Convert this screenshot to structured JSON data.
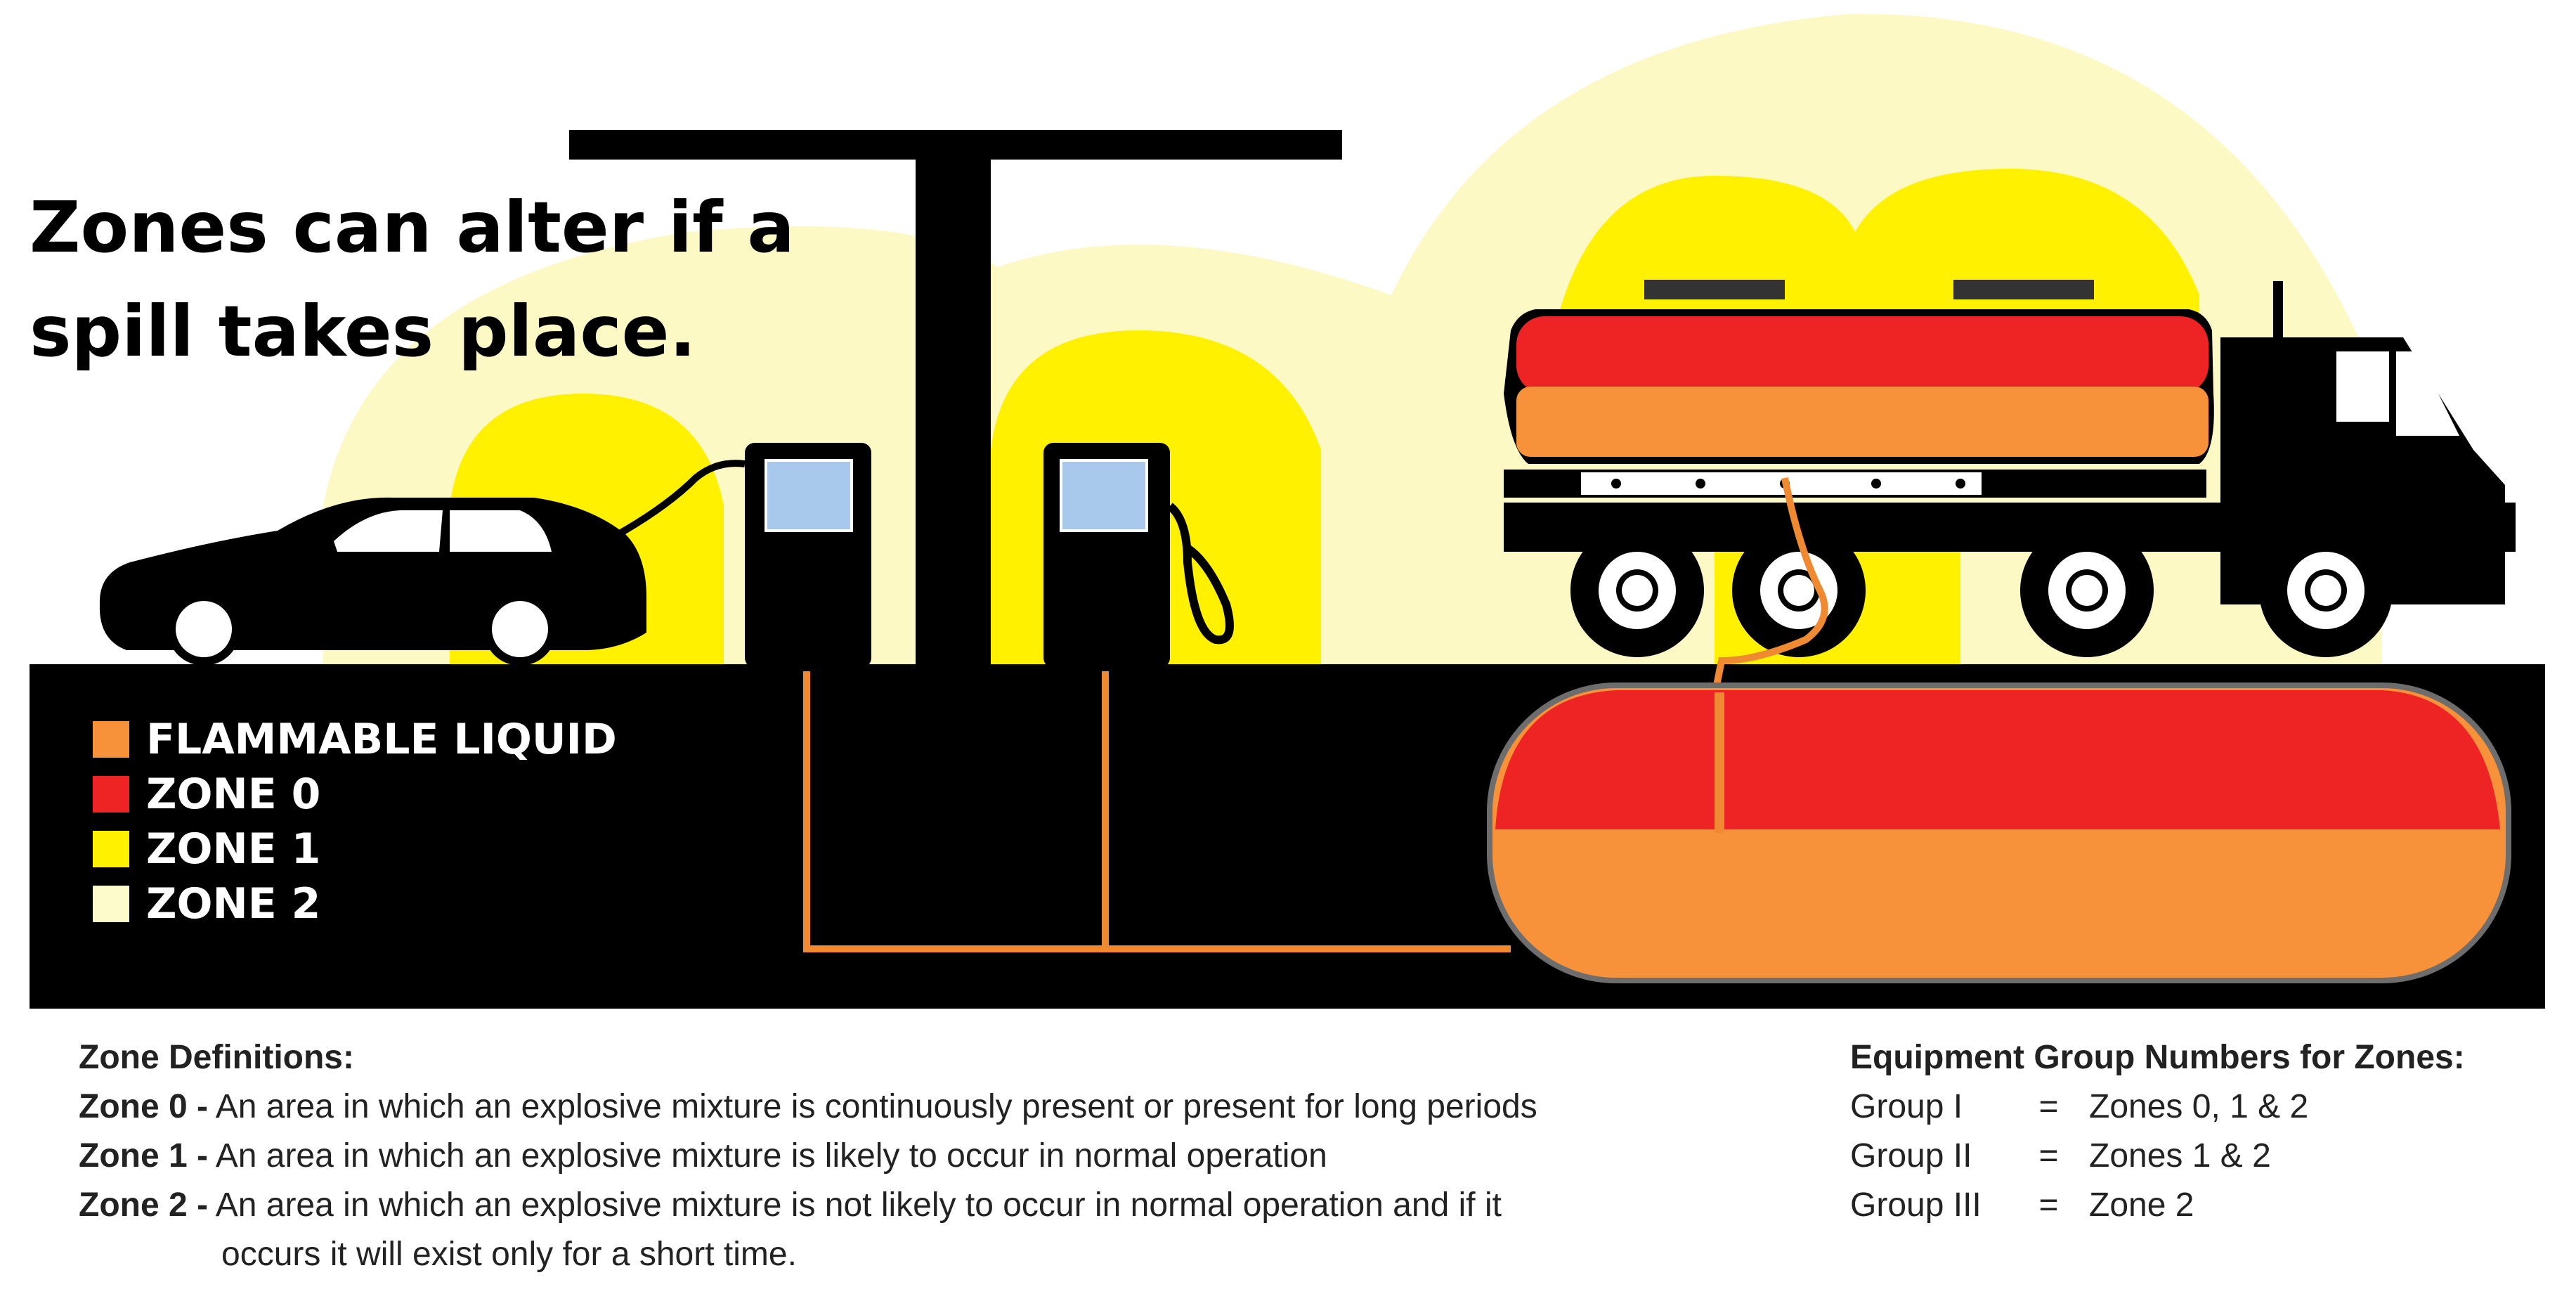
{
  "headline": {
    "line1": "Zones can alter if a",
    "line2": "spill takes place."
  },
  "legend": [
    {
      "label": "FLAMMABLE LIQUID",
      "color": "#f7923a"
    },
    {
      "label": "ZONE 0",
      "color": "#ee2424"
    },
    {
      "label": "ZONE 1",
      "color": "#fff100"
    },
    {
      "label": "ZONE 2",
      "color": "#fdfacb"
    }
  ],
  "colors": {
    "ground": "#000000",
    "flammable_liquid": "#f7923a",
    "zone_0": "#ee2424",
    "zone_1": "#fff100",
    "zone_2": "#fdf9c4",
    "pump_window": "#a9c9ec",
    "pipe": "#f08a32"
  },
  "icons": [
    "car-icon",
    "fuel-pump-icon",
    "canopy-icon",
    "tanker-truck-icon",
    "underground-tank-icon"
  ],
  "definitions": {
    "title": "Zone Definitions:",
    "items": [
      {
        "term": "Zone 0 -",
        "text": " An area in which an explosive mixture is continuously present or present for long periods"
      },
      {
        "term": "Zone 1 -",
        "text": " An area in which an explosive mixture is likely to occur in normal operation"
      },
      {
        "term": "Zone 2 -",
        "text": " An area in which an explosive mixture is not likely to occur in normal operation and if it",
        "continuation": "occurs it will exist only for a short time."
      }
    ]
  },
  "equipment_groups": {
    "title": "Equipment Group Numbers for Zones:",
    "rows": [
      {
        "group": "Group I",
        "eq": "=",
        "zones": "Zones 0, 1 & 2"
      },
      {
        "group": "Group II",
        "eq": "=",
        "zones": "Zones 1 & 2"
      },
      {
        "group": "Group III",
        "eq": "=",
        "zones": "Zone 2"
      }
    ]
  }
}
